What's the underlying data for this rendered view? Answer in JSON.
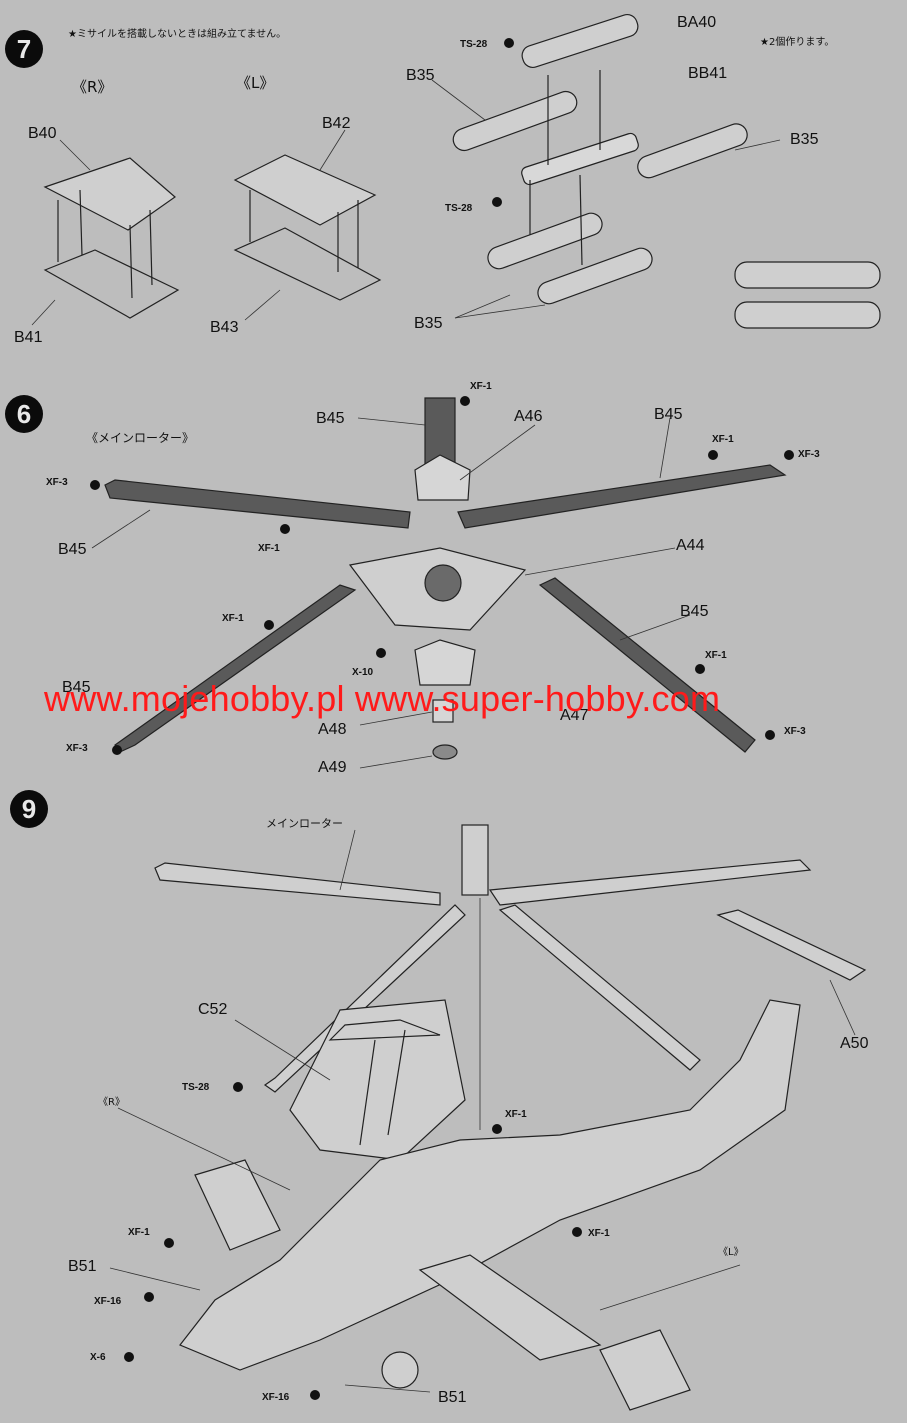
{
  "steps": {
    "s7": {
      "number": "7",
      "note": "★ミサイルを搭載しないときは組み立てません。",
      "note_right": "★2個作ります。",
      "side_r": "《R》",
      "side_l": "《L》"
    },
    "s6": {
      "number": "6",
      "title": "《メインローター》"
    },
    "s9": {
      "number": "9",
      "main_rotor": "メインローター",
      "side_r": "《R》",
      "side_l": "《L》"
    }
  },
  "parts": {
    "B40": "B40",
    "B41": "B41",
    "B42": "B42",
    "B43": "B43",
    "BA40": "BA40",
    "BB41": "BB41",
    "B35": "B35",
    "B45": "B45",
    "A46": "A46",
    "A44": "A44",
    "A47": "A47",
    "A48": "A48",
    "A49": "A49",
    "C52": "C52",
    "A50": "A50",
    "B51": "B51"
  },
  "paints": {
    "TS28": "TS-28",
    "XF1": "XF-1",
    "XF3": "XF-3",
    "X10": "X-10",
    "XF16": "XF-16",
    "X6": "X-6"
  },
  "watermark": "www.mojehobby.pl www.super-hobby.com",
  "colors": {
    "watermark": "#ff1a1a",
    "paper": "#bdbdbd",
    "ink": "#111111",
    "blade": "#5a5a5a"
  }
}
